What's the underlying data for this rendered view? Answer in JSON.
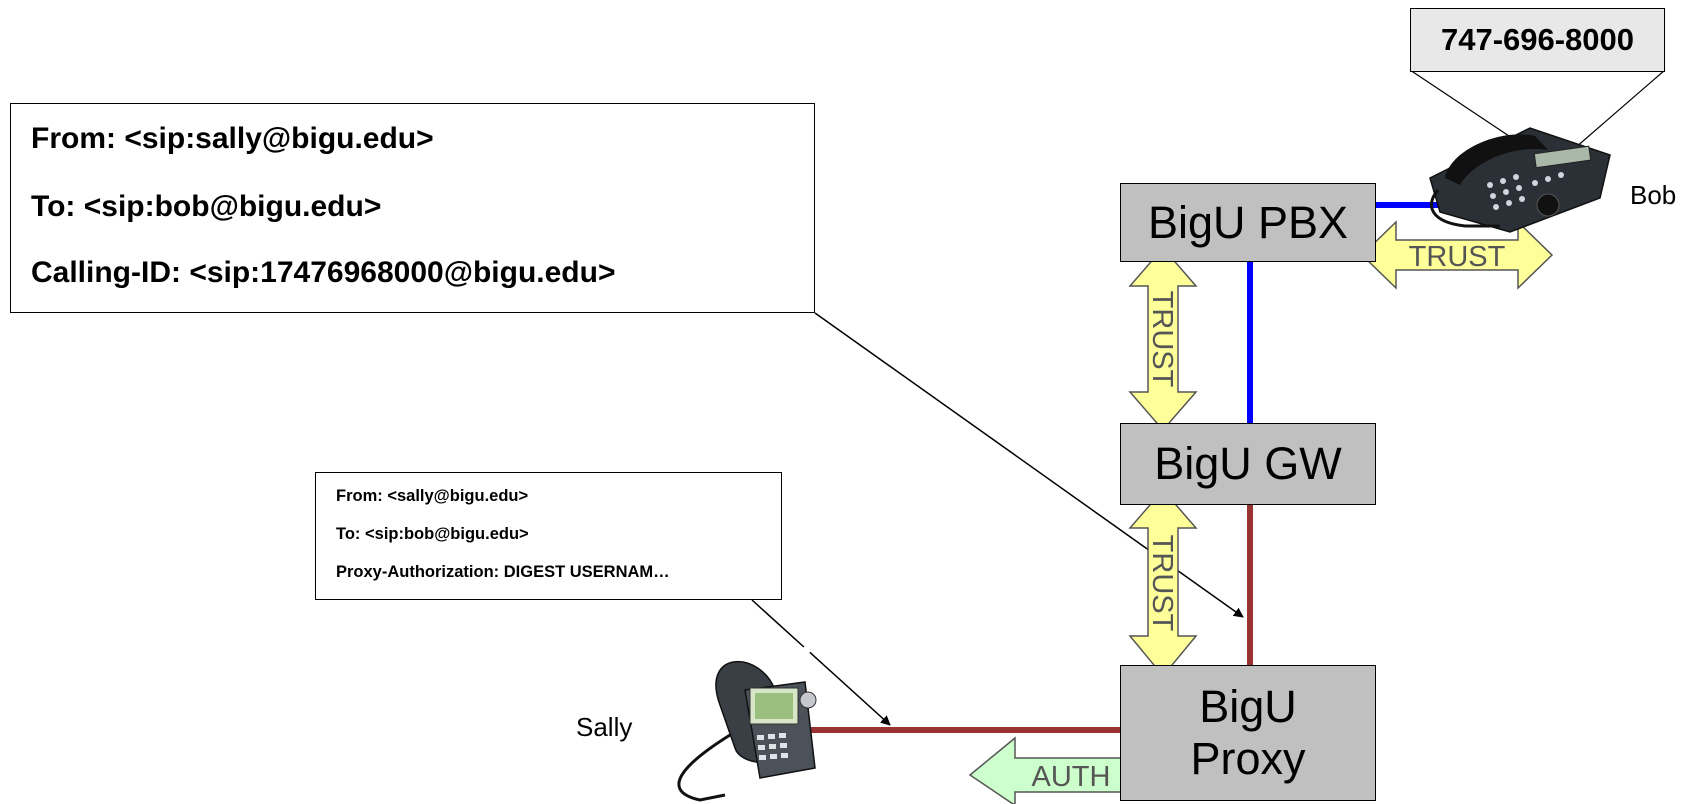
{
  "header_big": {
    "from": "From: <sip:sally@bigu.edu>",
    "to": "To: <sip:bob@bigu.edu>",
    "calling_id": "Calling-ID: <sip:17476968000@bigu.edu>"
  },
  "header_small": {
    "from": "From: <sally@bigu.edu>",
    "to": "To: <sip:bob@bigu.edu>",
    "proxy_auth": "Proxy-Authorization: DIGEST USERNAM…"
  },
  "nodes": {
    "pbx": "BigU PBX",
    "gw": "BigU GW",
    "proxy_line1": "BigU",
    "proxy_line2": "Proxy"
  },
  "phone_number": "747-696-8000",
  "people": {
    "bob": "Bob",
    "sally": "Sally"
  },
  "relations": {
    "trust_bob": "TRUST",
    "trust_pbx_gw": "TRUST",
    "trust_gw_proxy": "TRUST",
    "auth": "AUTH"
  },
  "colors": {
    "trust_fill": "#ffff99",
    "auth_fill": "#ccffcc",
    "link_blue": "#0000ff",
    "link_red": "#993333",
    "node_fill": "#c0c0c0"
  }
}
